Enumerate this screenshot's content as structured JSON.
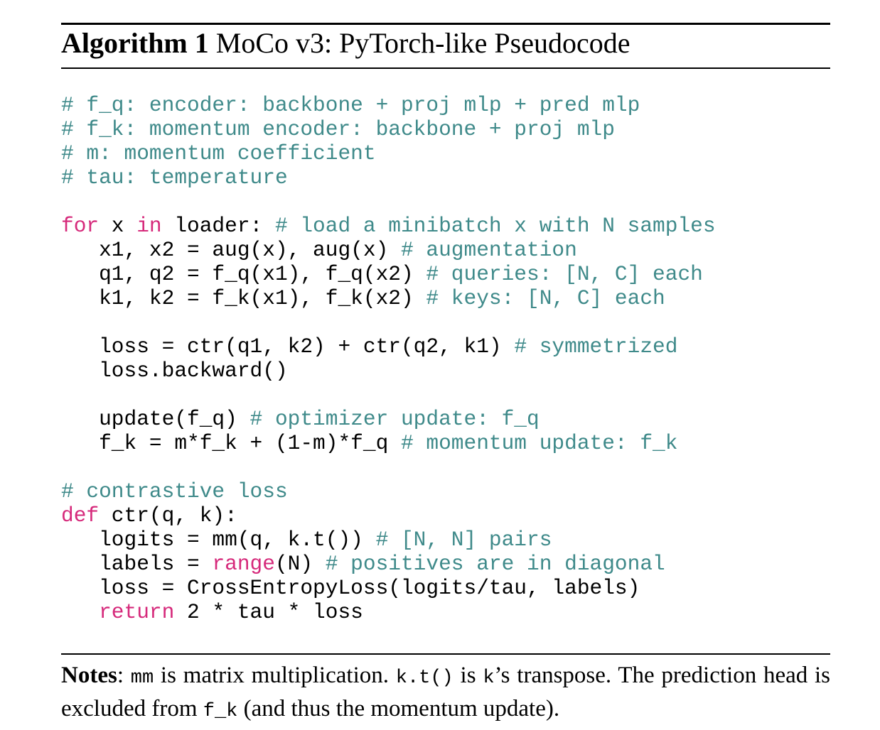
{
  "title": {
    "label": "Algorithm 1",
    "text": "MoCo v3: PyTorch-like Pseudocode"
  },
  "code": [
    [
      {
        "t": "# f_q: encoder: backbone + proj mlp + pred mlp",
        "c": "cm"
      }
    ],
    [
      {
        "t": "# f_k: momentum encoder: backbone + proj mlp",
        "c": "cm"
      }
    ],
    [
      {
        "t": "# m: momentum coefficient",
        "c": "cm"
      }
    ],
    [
      {
        "t": "# tau: temperature",
        "c": "cm"
      }
    ],
    [],
    [
      {
        "t": "for",
        "c": "kw"
      },
      {
        "t": " x "
      },
      {
        "t": "in",
        "c": "kw"
      },
      {
        "t": " loader: "
      },
      {
        "t": "# load a minibatch x with N samples",
        "c": "cm"
      }
    ],
    [
      {
        "t": "   x1, x2 = aug(x), aug(x) "
      },
      {
        "t": "# augmentation",
        "c": "cm"
      }
    ],
    [
      {
        "t": "   q1, q2 = f_q(x1), f_q(x2) "
      },
      {
        "t": "# queries: [N, C] each",
        "c": "cm"
      }
    ],
    [
      {
        "t": "   k1, k2 = f_k(x1), f_k(x2) "
      },
      {
        "t": "# keys: [N, C] each",
        "c": "cm"
      }
    ],
    [],
    [
      {
        "t": "   loss = ctr(q1, k2) + ctr(q2, k1) "
      },
      {
        "t": "# symmetrized",
        "c": "cm"
      }
    ],
    [
      {
        "t": "   loss.backward()"
      }
    ],
    [],
    [
      {
        "t": "   update(f_q) "
      },
      {
        "t": "# optimizer update: f_q",
        "c": "cm"
      }
    ],
    [
      {
        "t": "   f_k = m*f_k + (1-m)*f_q "
      },
      {
        "t": "# momentum update: f_k",
        "c": "cm"
      }
    ],
    [],
    [
      {
        "t": "# contrastive loss",
        "c": "cm"
      }
    ],
    [
      {
        "t": "def",
        "c": "kw"
      },
      {
        "t": " ctr(q, k):"
      }
    ],
    [
      {
        "t": "   logits = mm(q, k.t()) "
      },
      {
        "t": "# [N, N] pairs",
        "c": "cm"
      }
    ],
    [
      {
        "t": "   labels = "
      },
      {
        "t": "range",
        "c": "kw"
      },
      {
        "t": "(N) "
      },
      {
        "t": "# positives are in diagonal",
        "c": "cm"
      }
    ],
    [
      {
        "t": "   loss = CrossEntropyLoss(logits/tau, labels)"
      }
    ],
    [
      {
        "t": "   "
      },
      {
        "t": "return",
        "c": "kw"
      },
      {
        "t": " 2 * tau * loss"
      }
    ]
  ],
  "notes": {
    "label": "Notes",
    "p1": ": ",
    "m1": "mm",
    "p2": " is matrix multiplication. ",
    "m2": "k.t()",
    "p3": " is ",
    "m3": "k",
    "p4": "’s transpose. The prediction head is excluded from ",
    "m4": "f_k",
    "p5": " (and thus the momentum update)."
  }
}
